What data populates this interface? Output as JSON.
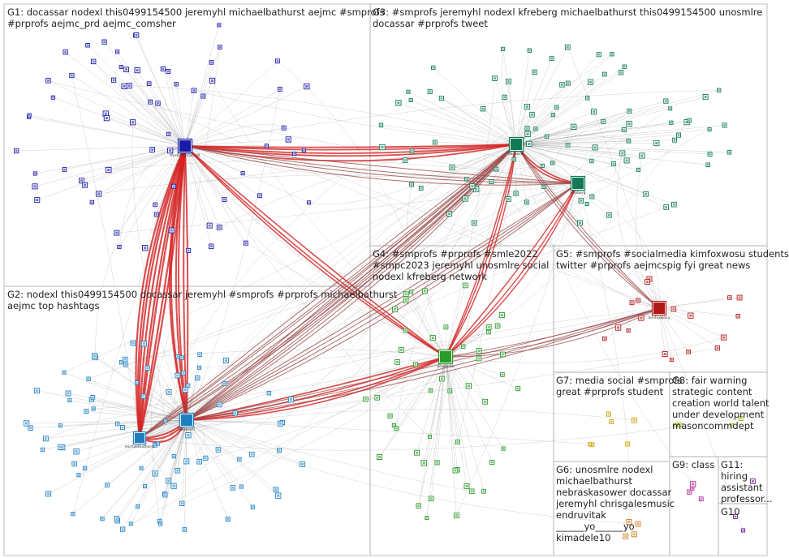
{
  "groups": [
    {
      "id": "G1",
      "label": "G1: docassar nodexl this0499154500 jeremyhl michaelbathurst aejmc #smprofs\n#prprofs aejmc_prd aejmc_comsher",
      "color": "#1a1aa8"
    },
    {
      "id": "G2",
      "label": "G2: nodexl this0499154500 docassar jeremyhl #smprofs #prprofs michaelbathurst\naejmc top hashtags",
      "color": "#1e7fc0"
    },
    {
      "id": "G3",
      "label": "G3: #smprofs jeremyhl nodexl kfreberg michaelbathurst this0499154500 unosmlre\ndocassar #prprofs tweet",
      "color": "#0f7a55"
    },
    {
      "id": "G4",
      "label": "G4: #smprofs #prprofs #smle2022\n#smpc2023 jeremyhl unosmlre social\nnodexl kfreberg network",
      "color": "#2a9a2a"
    },
    {
      "id": "G5",
      "label": "G5: #smprofs #socialmedia kimfoxwosu students\ntwitter #prprofs aejmcspig fyi great news",
      "color": "#b01818"
    },
    {
      "id": "G6",
      "label": "G6: unosmlre nodexl\nmichaelbathurst\nnebraskasower docassar\njeremyhl chrisgalesmusic\nendruvitak\n______yo______yo\nkimadele10",
      "color": "#d07a10"
    },
    {
      "id": "G7",
      "label": "G7: media social #smprofs\ngreat #prprofs student",
      "color": "#c9a000"
    },
    {
      "id": "G8",
      "label": "G8: fair warning\nstrategic content\ncreation world talent\nunder development\nmasoncommdept",
      "color": "#9bbf10"
    },
    {
      "id": "G9",
      "label": "G9: class",
      "color": "#b02090"
    },
    {
      "id": "G10",
      "label": "G10",
      "color": "#6a1a8a"
    },
    {
      "id": "G11",
      "label": "G11:\nhiring\nassistant\nprofessor...",
      "color": "#6a1a8a"
    }
  ],
  "hubs": [
    {
      "name": "this0499154500",
      "group": "G1"
    },
    {
      "name": "michaelbathurst",
      "group": "G2"
    },
    {
      "name": "jeremyhl",
      "group": "G2"
    },
    {
      "name": "docassar",
      "group": "G3"
    },
    {
      "name": "kfreberg",
      "group": "G3"
    },
    {
      "name": "unosmlre",
      "group": "G4"
    },
    {
      "name": "kimfoxwosu",
      "group": "G5"
    }
  ],
  "colors": {
    "edge_gray": "#8a8a8a",
    "edge_red": "#d42020",
    "edge_brown": "#9a4a4a",
    "border": "#b0b0b0"
  }
}
